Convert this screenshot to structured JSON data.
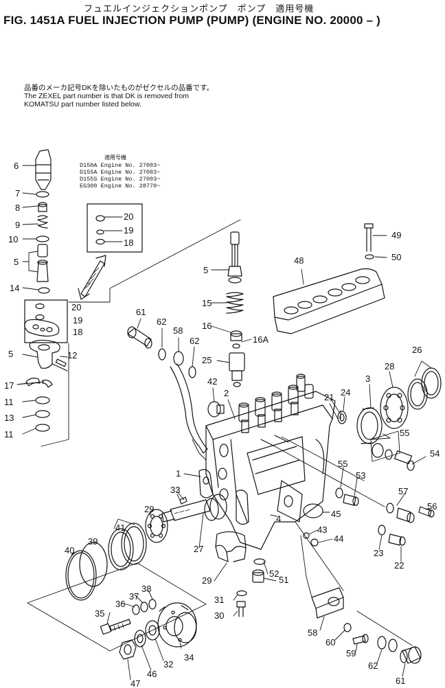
{
  "header": {
    "jp_title": "フュエルインジェクションポンプ　ポンプ　適用号機",
    "fig_title": "FIG. 1451A  FUEL INJECTION PUMP (PUMP) (ENGINE NO. 20000 – )"
  },
  "note": {
    "jp": "品番のメーカ記号DKを除いたものがゼクセルの品番です。",
    "line1": "The ZEXEL part number is that DK is removed from",
    "line2": "KOMATSU part number listed below."
  },
  "engine_table": {
    "header": "適用号機",
    "rows": [
      "D150A  Engine  No. 27003~",
      "D155A  Engine  No. 27003~",
      "D155S  Engine  No. 27003~",
      "EG300  Engine  No. 28770~"
    ]
  },
  "callouts": [
    {
      "label": "6"
    },
    {
      "label": "7"
    },
    {
      "label": "8"
    },
    {
      "label": "9"
    },
    {
      "label": "10"
    },
    {
      "label": "5"
    },
    {
      "label": "14"
    },
    {
      "label": "20"
    },
    {
      "label": "19"
    },
    {
      "label": "18"
    },
    {
      "label": "5"
    },
    {
      "label": "12"
    },
    {
      "label": "17"
    },
    {
      "label": "11"
    },
    {
      "label": "13"
    },
    {
      "label": "11"
    },
    {
      "label": "20"
    },
    {
      "label": "19"
    },
    {
      "label": "18"
    },
    {
      "label": "5"
    },
    {
      "label": "15"
    },
    {
      "label": "16"
    },
    {
      "label": "16A"
    },
    {
      "label": "25"
    },
    {
      "label": "49"
    },
    {
      "label": "50"
    },
    {
      "label": "48"
    },
    {
      "label": "61"
    },
    {
      "label": "62"
    },
    {
      "label": "58"
    },
    {
      "label": "62"
    },
    {
      "label": "42"
    },
    {
      "label": "2"
    },
    {
      "label": "21"
    },
    {
      "label": "24"
    },
    {
      "label": "3"
    },
    {
      "label": "28"
    },
    {
      "label": "26"
    },
    {
      "label": "55"
    },
    {
      "label": "54"
    },
    {
      "label": "55"
    },
    {
      "label": "53"
    },
    {
      "label": "1"
    },
    {
      "label": "33"
    },
    {
      "label": "29"
    },
    {
      "label": "4"
    },
    {
      "label": "45"
    },
    {
      "label": "57"
    },
    {
      "label": "56"
    },
    {
      "label": "43"
    },
    {
      "label": "44"
    },
    {
      "label": "23"
    },
    {
      "label": "22"
    },
    {
      "label": "41"
    },
    {
      "label": "39"
    },
    {
      "label": "40"
    },
    {
      "label": "27"
    },
    {
      "label": "52"
    },
    {
      "label": "29"
    },
    {
      "label": "51"
    },
    {
      "label": "31"
    },
    {
      "label": "30"
    },
    {
      "label": "37"
    },
    {
      "label": "38"
    },
    {
      "label": "36"
    },
    {
      "label": "35"
    },
    {
      "label": "34"
    },
    {
      "label": "32"
    },
    {
      "label": "46"
    },
    {
      "label": "47"
    },
    {
      "label": "58"
    },
    {
      "label": "60"
    },
    {
      "label": "59"
    },
    {
      "label": "62"
    },
    {
      "label": "61"
    }
  ]
}
